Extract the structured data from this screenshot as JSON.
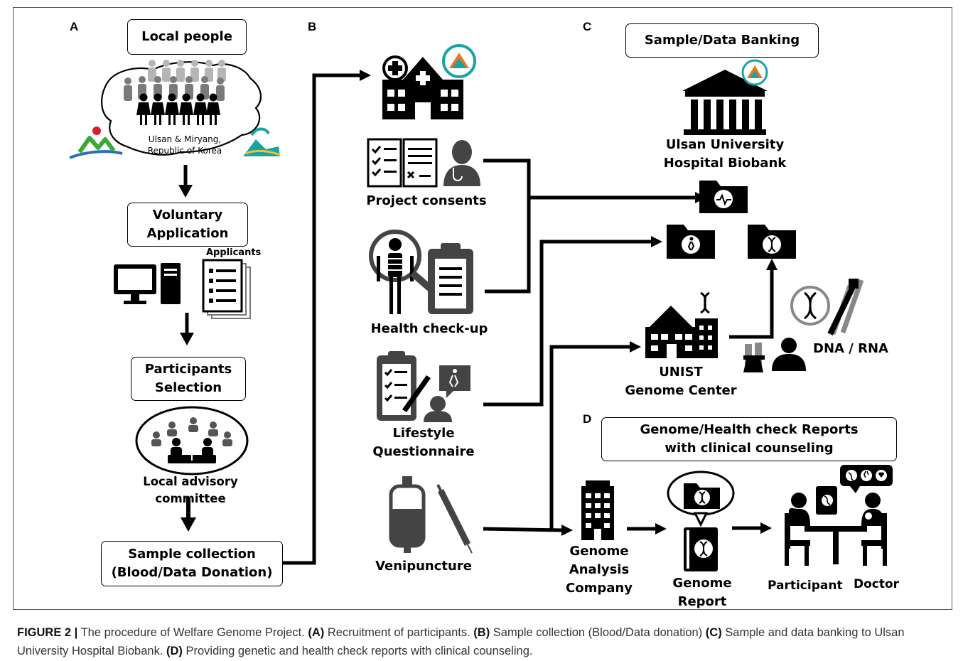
{
  "panels": {
    "a": "A",
    "b": "B",
    "c": "C",
    "d": "D"
  },
  "a": {
    "local_people": "Local people",
    "region_line1": "Ulsan & Miryang,",
    "region_line2": "Republic of Korea",
    "voluntary_line1": "Voluntary",
    "voluntary_line2": "Application",
    "applicants": "Applicants",
    "participants_line1": "Participants",
    "participants_line2": "Selection",
    "committee": "Local advisory committee",
    "sample_line1": "Sample collection",
    "sample_line2": "(Blood/Data Donation)"
  },
  "b": {
    "consents": "Project consents",
    "checkup": "Health check-up",
    "lifestyle_line1": "Lifestyle",
    "lifestyle_line2": "Questionnaire",
    "venipuncture": "Venipuncture"
  },
  "c": {
    "banking": "Sample/Data Banking",
    "biobank_line1": "Ulsan University",
    "biobank_line2": "Hospital Biobank",
    "unist_line1": "UNIST",
    "unist_line2": "Genome Center",
    "dna_rna": "DNA / RNA"
  },
  "d": {
    "reports_line1": "Genome/Health check Reports",
    "reports_line2": "with clinical counseling",
    "company_line1": "Genome",
    "company_line2": "Analysis",
    "company_line3": "Company",
    "genome_report": "Genome Report",
    "participant": "Participant",
    "doctor": "Doctor"
  },
  "caption": {
    "figure": "FIGURE 2 |",
    "intro": " The procedure of Welfare Genome Project. ",
    "a_tag": "(A)",
    "a_text": " Recruitment of participants. ",
    "b_tag": "(B)",
    "b_text": " Sample collection (Blood/Data donation) ",
    "c_tag": "(C)",
    "c_text": " Sample and data banking to Ulsan University Hospital Biobank. ",
    "d_tag": "(D)",
    "d_text": " Providing genetic and health check reports with clinical counseling."
  },
  "colors": {
    "panel_bg": "#e6e6e6",
    "ink": "#000000",
    "gray_people": "#9a9a9a",
    "teal_logo": "#1aa3a3",
    "red_logo": "#d2232a",
    "green_logo": "#3aa935"
  }
}
